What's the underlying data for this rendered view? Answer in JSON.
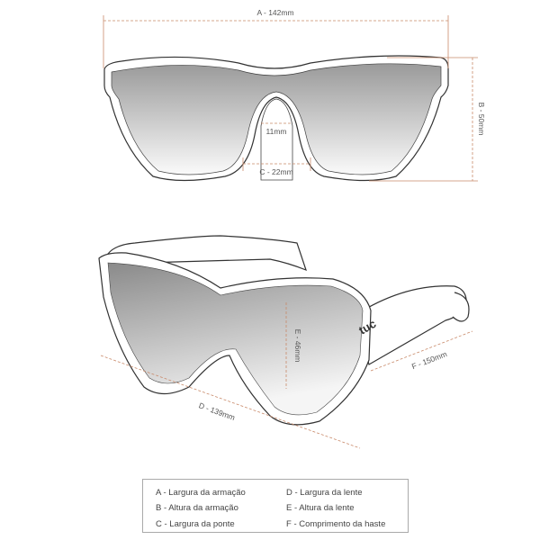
{
  "dimensions": {
    "a": "A - 142mm",
    "b": "B - 50mm",
    "bridge_inner": "11mm",
    "c": "C - 22mm",
    "d": "D - 139mm",
    "e": "E - 46mm",
    "f": "F - 150mm"
  },
  "brand_logo": "tuc",
  "legend": [
    "A - Largura da armação",
    "D - Largura da lente",
    "B - Altura da armação",
    "E - Altura da lente",
    "C - Largura da ponte",
    "F - Comprimento da haste"
  ],
  "colors": {
    "dimension_line": "#c98a6a",
    "frame_outline": "#333333"
  }
}
